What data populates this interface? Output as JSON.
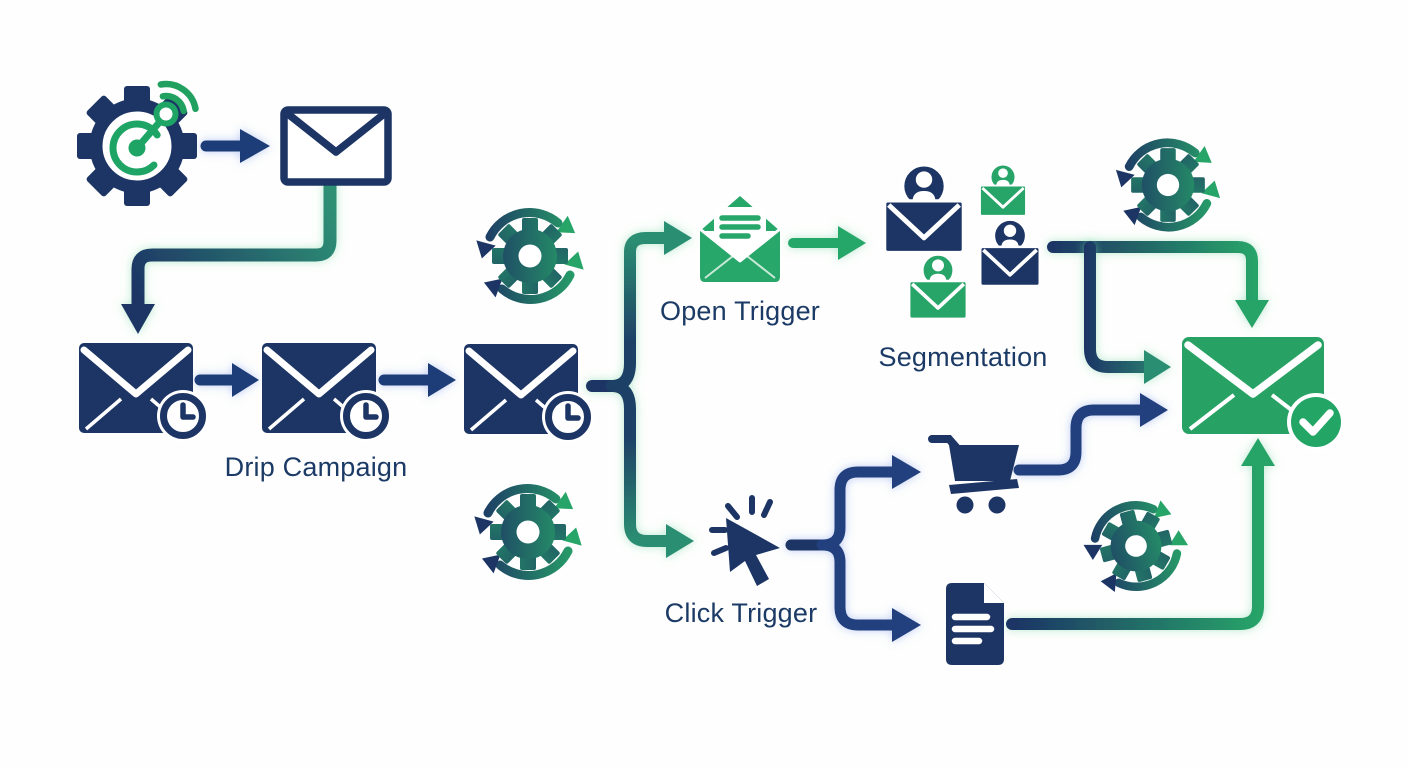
{
  "background": "#fdfefd",
  "palette": {
    "navy": "#1d3565",
    "bright_blue": "#24417e",
    "green": "#27a468",
    "teal": "#2b8f72",
    "label_text": "#1c3a66",
    "white": "#ffffff"
  },
  "diagram": {
    "type": "flowchart",
    "labels": {
      "drip_campaign": "Drip Campaign",
      "open_trigger": "Open Trigger",
      "click_trigger": "Click Trigger",
      "segmentation": "Segmentation"
    },
    "nodes": [
      {
        "id": "automation-start",
        "icon": "gear-signal-icon",
        "color": "navy/green"
      },
      {
        "id": "email-created",
        "icon": "envelope-outline-icon",
        "color": "navy"
      },
      {
        "id": "drip-email-1",
        "icon": "envelope-clock-icon",
        "color": "navy"
      },
      {
        "id": "drip-email-2",
        "icon": "envelope-clock-icon",
        "color": "navy"
      },
      {
        "id": "drip-email-3",
        "icon": "envelope-clock-icon",
        "color": "navy"
      },
      {
        "id": "open-trigger",
        "icon": "open-envelope-icon",
        "label": "Open Trigger",
        "color": "green"
      },
      {
        "id": "click-trigger",
        "icon": "cursor-click-icon",
        "label": "Click Trigger",
        "color": "navy"
      },
      {
        "id": "segmentation",
        "icon": "audience-envelope-icons",
        "label": "Segmentation",
        "color": "navy/green"
      },
      {
        "id": "purchase",
        "icon": "shopping-cart-icon",
        "color": "navy"
      },
      {
        "id": "content-doc",
        "icon": "document-icon",
        "color": "navy"
      },
      {
        "id": "final-email-sent",
        "icon": "envelope-check-icon",
        "color": "green"
      }
    ],
    "edges": [
      "automation-start -> email-created",
      "email-created -> drip-email-1",
      "drip-email-1 -> drip-email-2",
      "drip-email-2 -> drip-email-3",
      "drip-email-3 -> open-trigger",
      "drip-email-3 -> click-trigger",
      "open-trigger -> segmentation",
      "segmentation -> final-email-sent",
      "segmentation -> final-email-sent",
      "click-trigger -> purchase",
      "click-trigger -> content-doc",
      "purchase -> final-email-sent",
      "content-doc -> final-email-sent"
    ],
    "decorations": [
      {
        "icon": "sync-gear-icon",
        "position": "upper-left-of-branch"
      },
      {
        "icon": "sync-gear-icon",
        "position": "lower-left-of-branch"
      },
      {
        "icon": "sync-gear-icon",
        "position": "top-right"
      },
      {
        "icon": "sync-gear-icon",
        "position": "mid-right"
      }
    ]
  }
}
